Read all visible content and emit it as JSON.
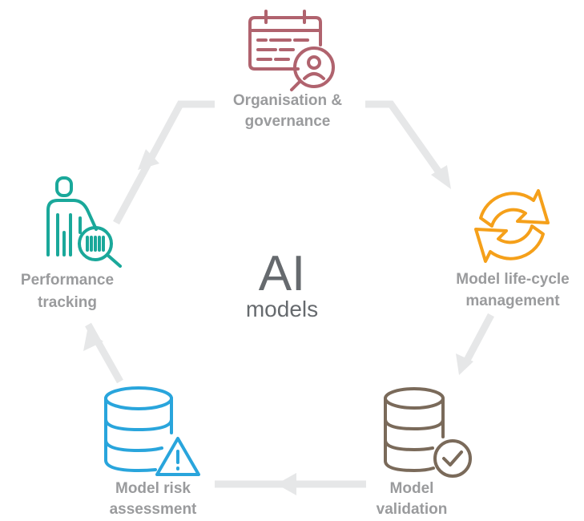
{
  "center": {
    "title": "AI",
    "subtitle": "models"
  },
  "nodes": {
    "organisation": {
      "label_line1": "Organisation &",
      "label_line2": "governance",
      "icon": "calendar-person-icon",
      "color": "#b0636e"
    },
    "lifecycle": {
      "label_line1": "Model life-cycle",
      "label_line2": "management",
      "icon": "refresh-arrows-icon",
      "color": "#f5a01a"
    },
    "validation": {
      "label_line1": "Model",
      "label_line2": "validation",
      "icon": "database-check-icon",
      "color": "#7a6a5a"
    },
    "risk": {
      "label_line1": "Model risk",
      "label_line2": "assessment",
      "icon": "database-warning-icon",
      "color": "#29a5dc"
    },
    "performance": {
      "label_line1": "Performance",
      "label_line2": "tracking",
      "icon": "person-barcode-search-icon",
      "color": "#1aa89a"
    }
  },
  "colors": {
    "arrow": "#e6e7e8",
    "label": "#9a9b9d",
    "center_text": "#666a6e"
  }
}
